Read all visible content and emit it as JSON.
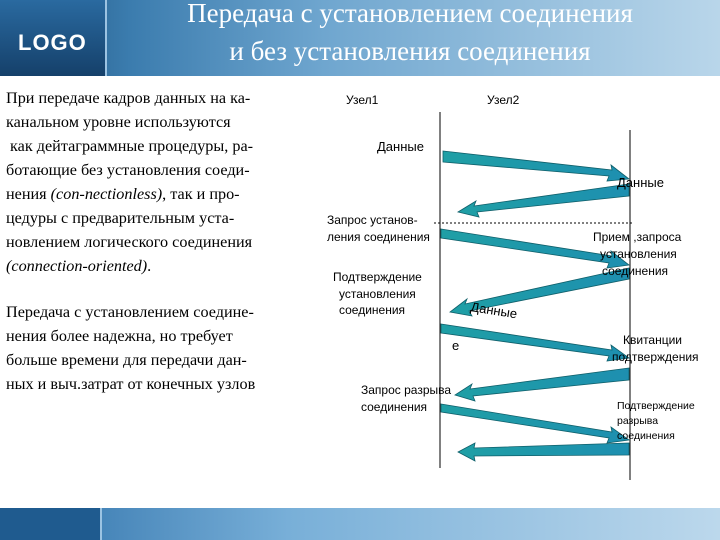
{
  "header": {
    "logo": "LOGO",
    "title_line1": "Передача с установлением соединения",
    "title_line2": "и без установления соединения"
  },
  "text": {
    "paragraph1": "При передаче кадров данных на ка-\nканальном уровне используются\n как дейтаграммные процедуры, ра-\nботающие без установления соеди-\nнения (con-nectionless), так и про-\nцедуры с предварительным уста-\nновлением логического соединения\n(connection-oriented).",
    "paragraph2": "Передача с установлением соедине-\nнения более надежна, но требует\nбольше времени для передачи дан-\nных и выч.затрат от конечных узлов"
  },
  "diagram": {
    "node1": "Узел1",
    "node2": "Узел2",
    "data_1": "Данные",
    "data_2": "Данные",
    "conn_request_l1": "Запрос установ-",
    "conn_request_l2": "ления соединения",
    "accept_l1": "Прием ,запроса",
    "accept_l2": "установления",
    "accept_l3": "соединения",
    "confirm_l1": "Подтверждение",
    "confirm_l2": "установления",
    "confirm_l3": "соединения",
    "data_3": "Данные",
    "receipt_l1": "Квитанции",
    "receipt_l2": "подтверждения",
    "stray_char": "е",
    "disc_request_l1": "Запрос разрыва",
    "disc_request_l2": "соединения",
    "disc_confirm_l1": "Подтверждение",
    "disc_confirm_l2": "разрыва",
    "disc_confirm_l3": "соединения"
  }
}
